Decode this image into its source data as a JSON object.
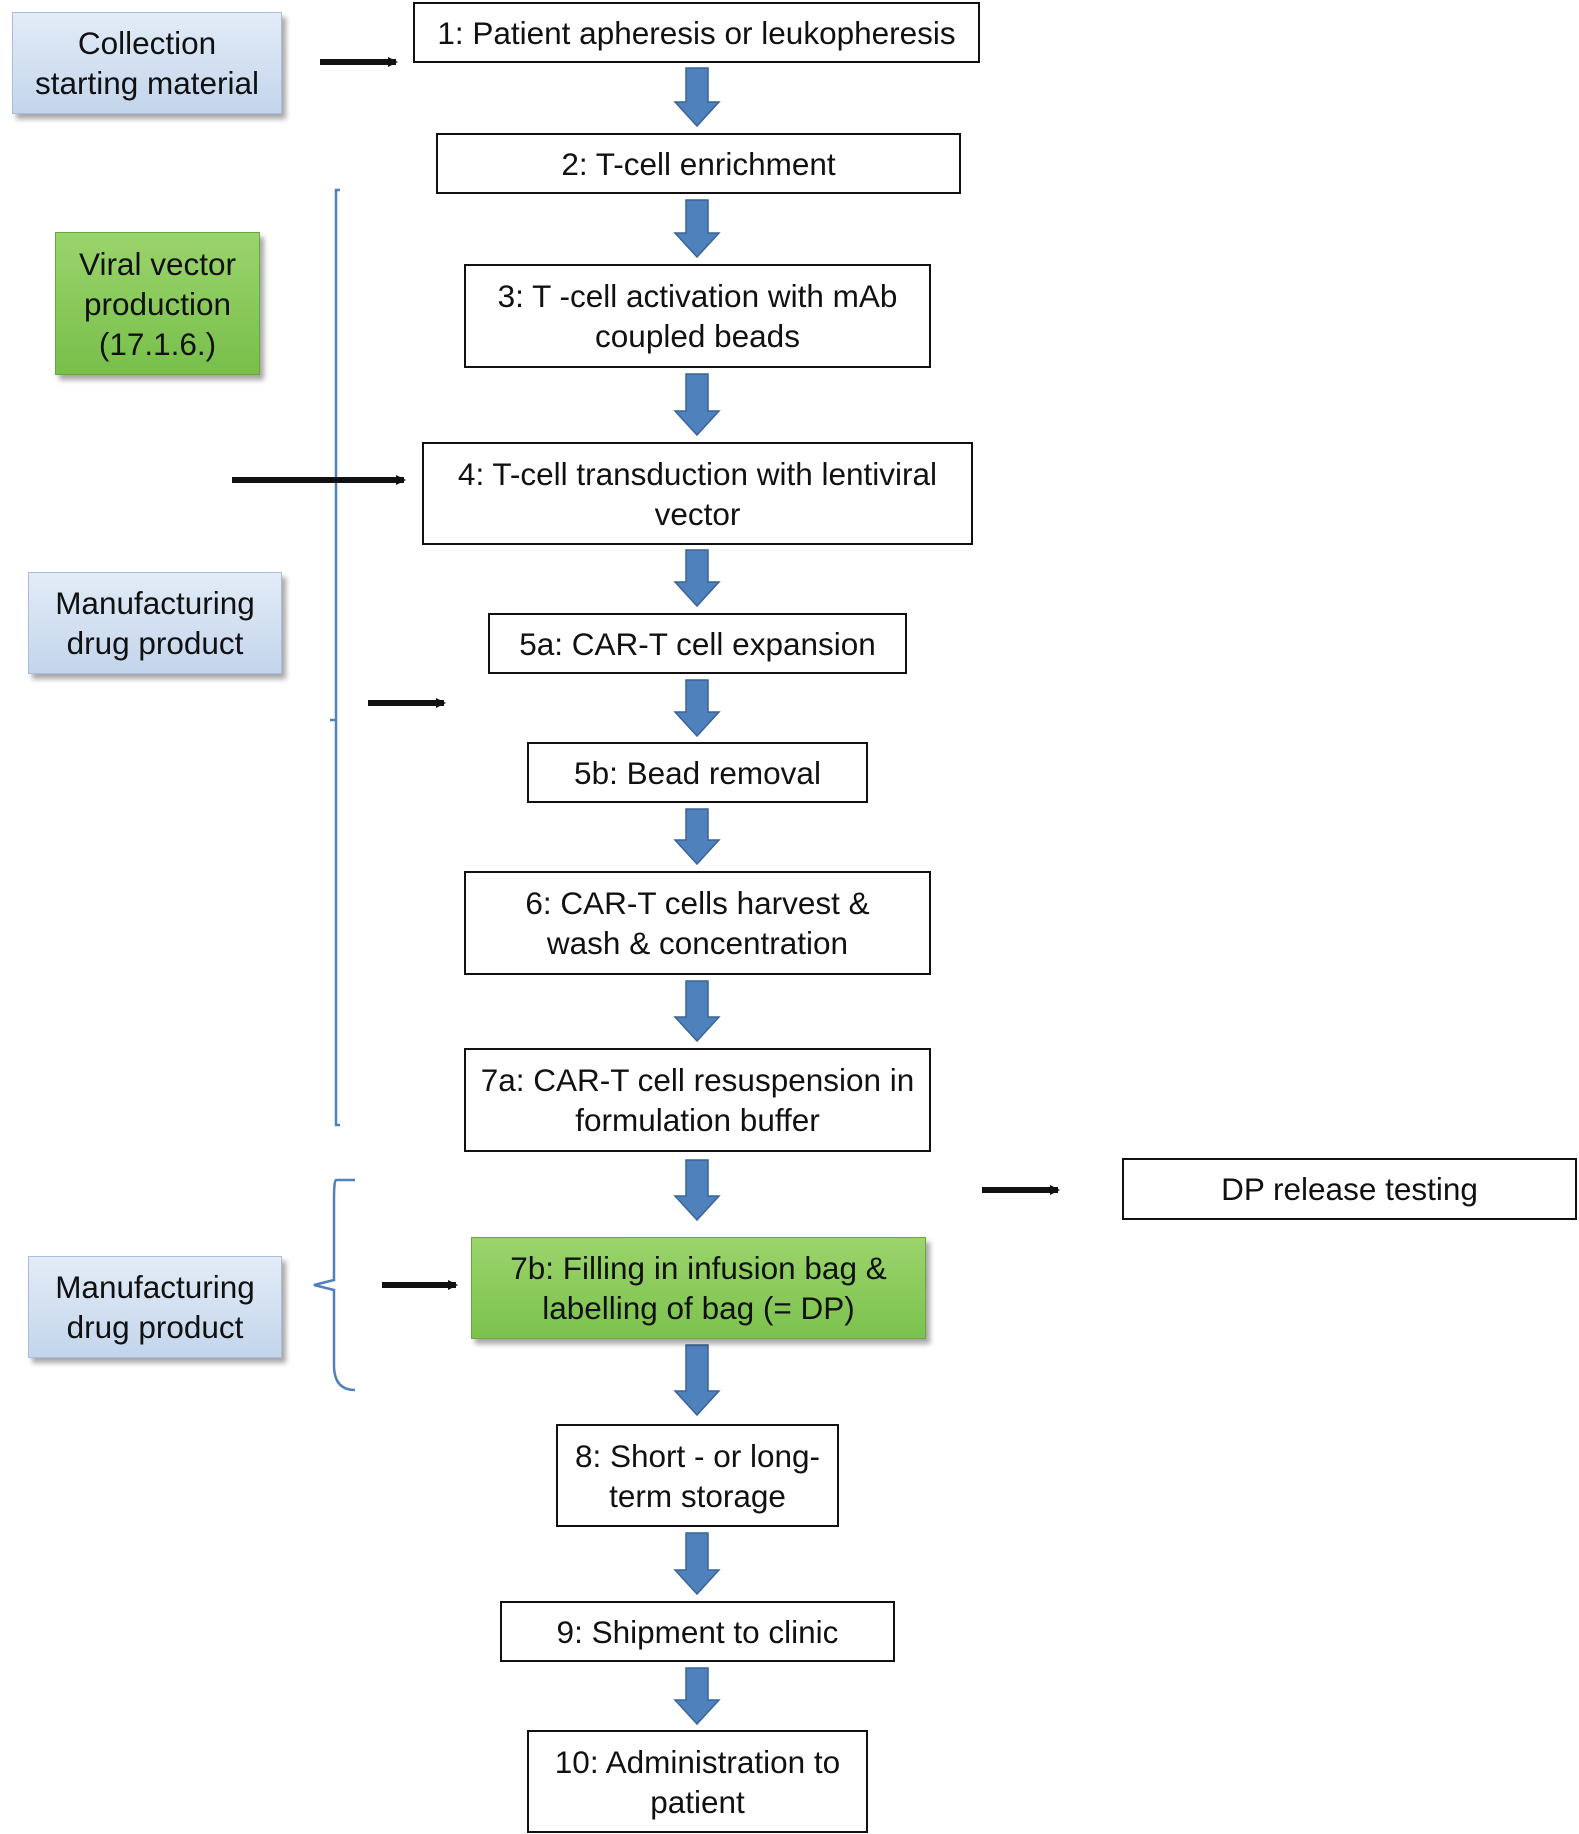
{
  "diagram": {
    "steps": [
      {
        "id": "s1",
        "label": "1: Patient apheresis or leukopheresis"
      },
      {
        "id": "s2",
        "label": "2: T-cell enrichment"
      },
      {
        "id": "s3",
        "label": "3: T -cell activation with mAb\ncoupled beads"
      },
      {
        "id": "s4",
        "label": "4: T-cell transduction with lentiviral\nvector"
      },
      {
        "id": "s5a",
        "label": "5a: CAR-T cell expansion"
      },
      {
        "id": "s5b",
        "label": "5b: Bead removal"
      },
      {
        "id": "s6",
        "label": "6: CAR-T cells harvest &\nwash &  concentration"
      },
      {
        "id": "s7a",
        "label": "7a: CAR-T cell resuspension in\nformulation buffer"
      },
      {
        "id": "s7b",
        "label": "7b:  Filling in infusion bag  &\nlabelling of bag (= DP)"
      },
      {
        "id": "s8",
        "label": "8: Short - or long-\nterm storage"
      },
      {
        "id": "s9",
        "label": "9: Shipment to clinic"
      },
      {
        "id": "s10",
        "label": "10: Administration to\npatient"
      }
    ],
    "release_testing": "DP release testing",
    "side_labels": {
      "collection": "Collection\nstarting material",
      "viral_vector": "Viral vector\nproduction\n(17.1.6.)",
      "manufacturing_1": "Manufacturing\ndrug product",
      "manufacturing_2": "Manufacturing\ndrug product"
    },
    "colors": {
      "flow_arrow": "#4f81bd",
      "bracket": "#4f81bd",
      "highlight_green": "#7cc24e",
      "side_blue": "#c3d5ec"
    }
  }
}
